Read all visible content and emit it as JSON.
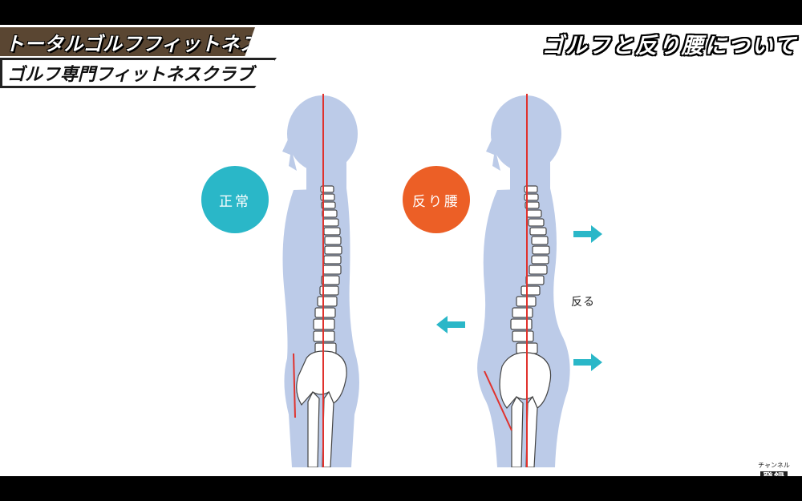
{
  "branding": {
    "line1": "トータルゴルフフィットネス",
    "line2": "ゴルフ専門フィットネスクラブ"
  },
  "slide": {
    "title": "ゴルフと反り腰について"
  },
  "figures": {
    "normal": {
      "label": "正常",
      "color": "#2ab7c8"
    },
    "sway": {
      "label": "反り腰",
      "color": "#ec5f26",
      "note": "反る"
    }
  },
  "colors": {
    "body_silhouette": "#bccbe8",
    "plumb_line": "#e0322d",
    "arrow": "#2ab7c8"
  },
  "subscribe": {
    "small": "チャンネル",
    "big": "登録"
  }
}
